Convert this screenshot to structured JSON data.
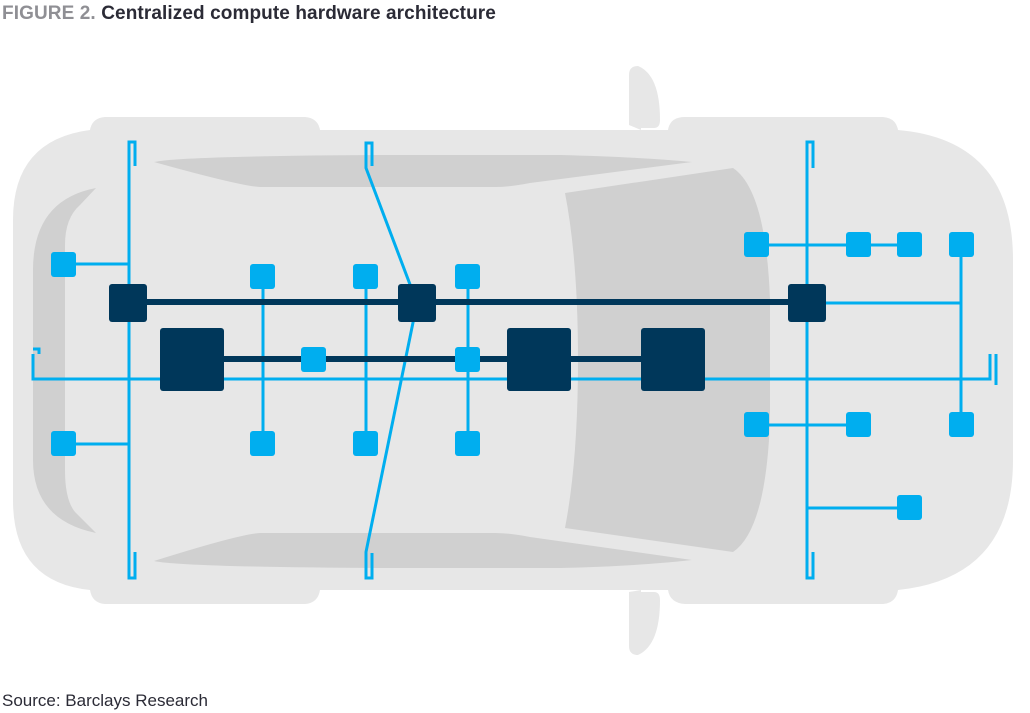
{
  "figure": {
    "label": "FIGURE 2.",
    "title": "Centralized compute hardware architecture"
  },
  "source": "Source: Barclays Research",
  "colors": {
    "car_body": "#e7e7e7",
    "car_glass": "#d0d0d0",
    "sensor_node": "#00aeef",
    "compute_node": "#00375a",
    "bus_light": "#00aeef",
    "bus_dark": "#00375a"
  },
  "diagram": {
    "subject": "car-top-view",
    "compute_units": [
      {
        "id": "zone-front-left",
        "size": "small"
      },
      {
        "id": "zone-center",
        "size": "small"
      },
      {
        "id": "zone-rear",
        "size": "small"
      },
      {
        "id": "central-1",
        "size": "large"
      },
      {
        "id": "central-2",
        "size": "large"
      },
      {
        "id": "central-3",
        "size": "large"
      }
    ],
    "sensor_count": 19
  }
}
